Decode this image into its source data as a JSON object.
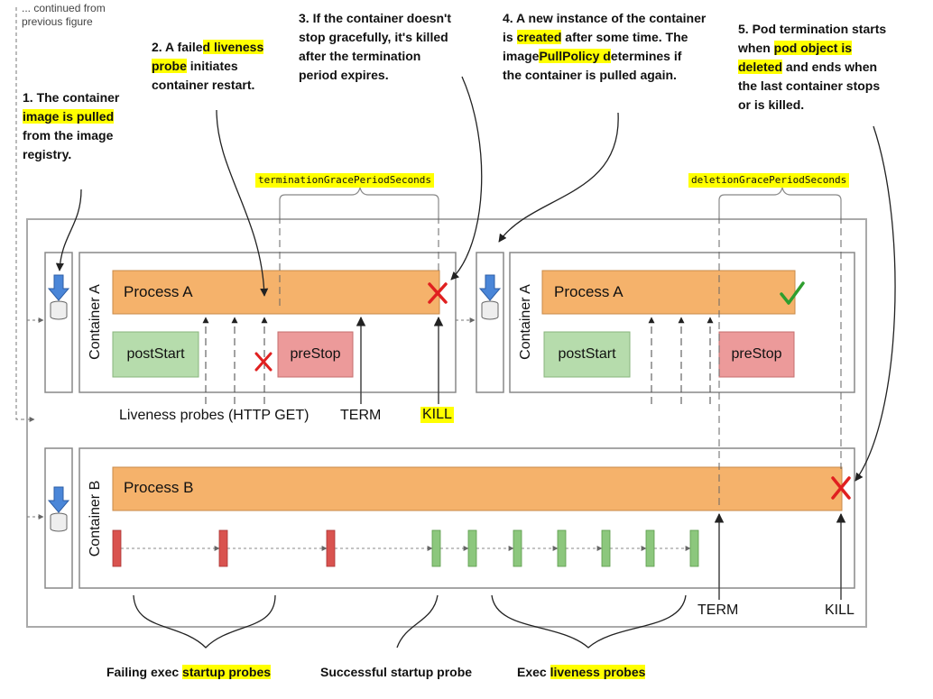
{
  "continued_note": [
    "... continued from",
    "previous figure"
  ],
  "callouts": {
    "c1": {
      "t1": "1. The container",
      "t2a": "image is pulled",
      "t3": "from the image",
      "t4": "registry."
    },
    "c2": {
      "t1a": "2. A faile",
      "t1b": "d liveness",
      "t2a": "probe",
      "t2b": " initiates",
      "t3": "container restart."
    },
    "c3": {
      "t1": "3. If the container doesn't",
      "t2": "stop gracefully, it's killed",
      "t3": "after the termination",
      "t4": "period expires."
    },
    "c4": {
      "t1": "4. A new instance of the container",
      "t2a": "is ",
      "t2b": "created",
      "t2c": " after some time. The",
      "t3a": "image",
      "t3b": "PullPolicy d",
      "t3c": "etermines if",
      "t4": "the container is pulled again."
    },
    "c5": {
      "t1": "5. Pod termination starts",
      "t2a": "when ",
      "t2b": "pod object is",
      "t3a": "deleted",
      "t3b": " and ends when",
      "t4": "the last container stops",
      "t5": "or is killed."
    }
  },
  "period_labels": {
    "termination": "terminationGracePeriodSeconds",
    "deletion": "deletionGracePeriodSeconds"
  },
  "containers": {
    "a_label": "Container A",
    "b_label": "Container B"
  },
  "process": {
    "a": "Process A",
    "b": "Process B"
  },
  "hooks": {
    "post_start": "postStart",
    "pre_stop": "preStop"
  },
  "signals": {
    "liveness_probes": "Liveness probes (HTTP GET)",
    "term": "TERM",
    "kill": "KILL"
  },
  "bottom_labels": {
    "failing_a": "Failing exec ",
    "failing_b": "startup probes",
    "successful": "Successful startup probe",
    "exec_a": "Exec ",
    "exec_b": "liveness probes"
  },
  "colors": {
    "process": "#f5b26b",
    "post_start": "#b6dcac",
    "pre_stop": "#ec9a9a",
    "probe_fail": "#d9534f",
    "probe_ok": "#8cc77d",
    "kill_mark": "#e02020",
    "check_mark": "#2e9e2e",
    "pull_arrow": "#4a86d8",
    "highlight": "#ffff00",
    "frame": "#999999"
  }
}
